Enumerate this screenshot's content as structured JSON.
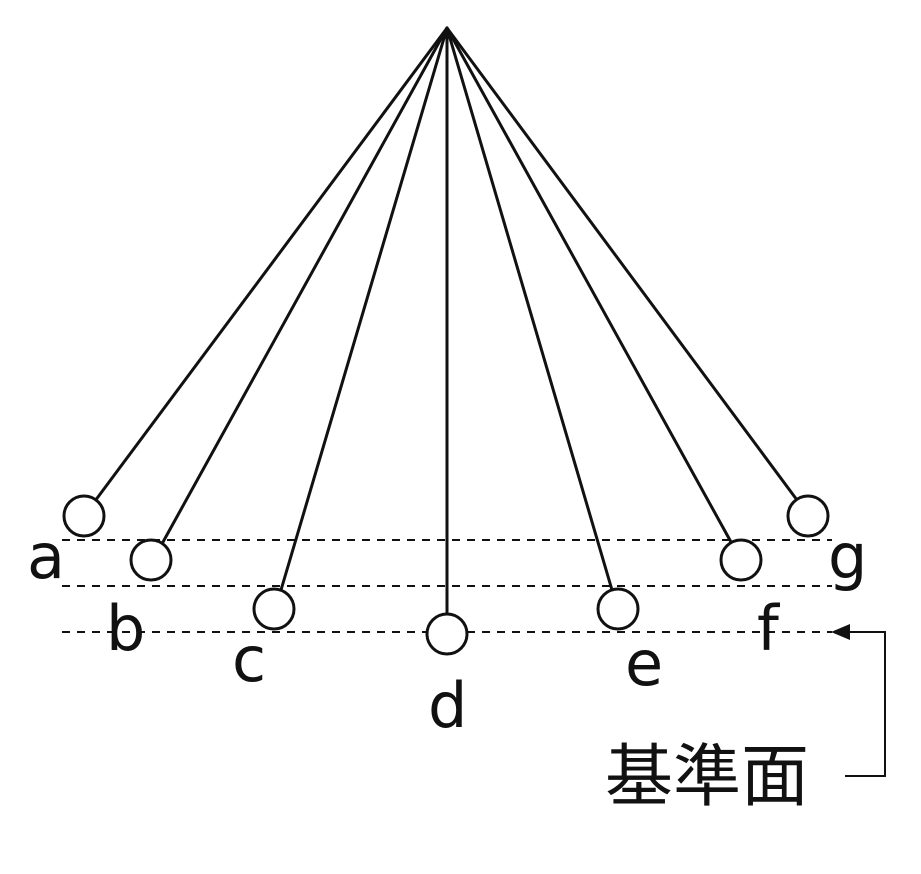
{
  "diagram": {
    "labels": {
      "a": "a",
      "b": "b",
      "c": "c",
      "d": "d",
      "e": "e",
      "f": "f",
      "g": "g"
    },
    "reference_plane_label": "基準面"
  },
  "colors": {
    "stroke": "#111111",
    "background": "#ffffff"
  }
}
